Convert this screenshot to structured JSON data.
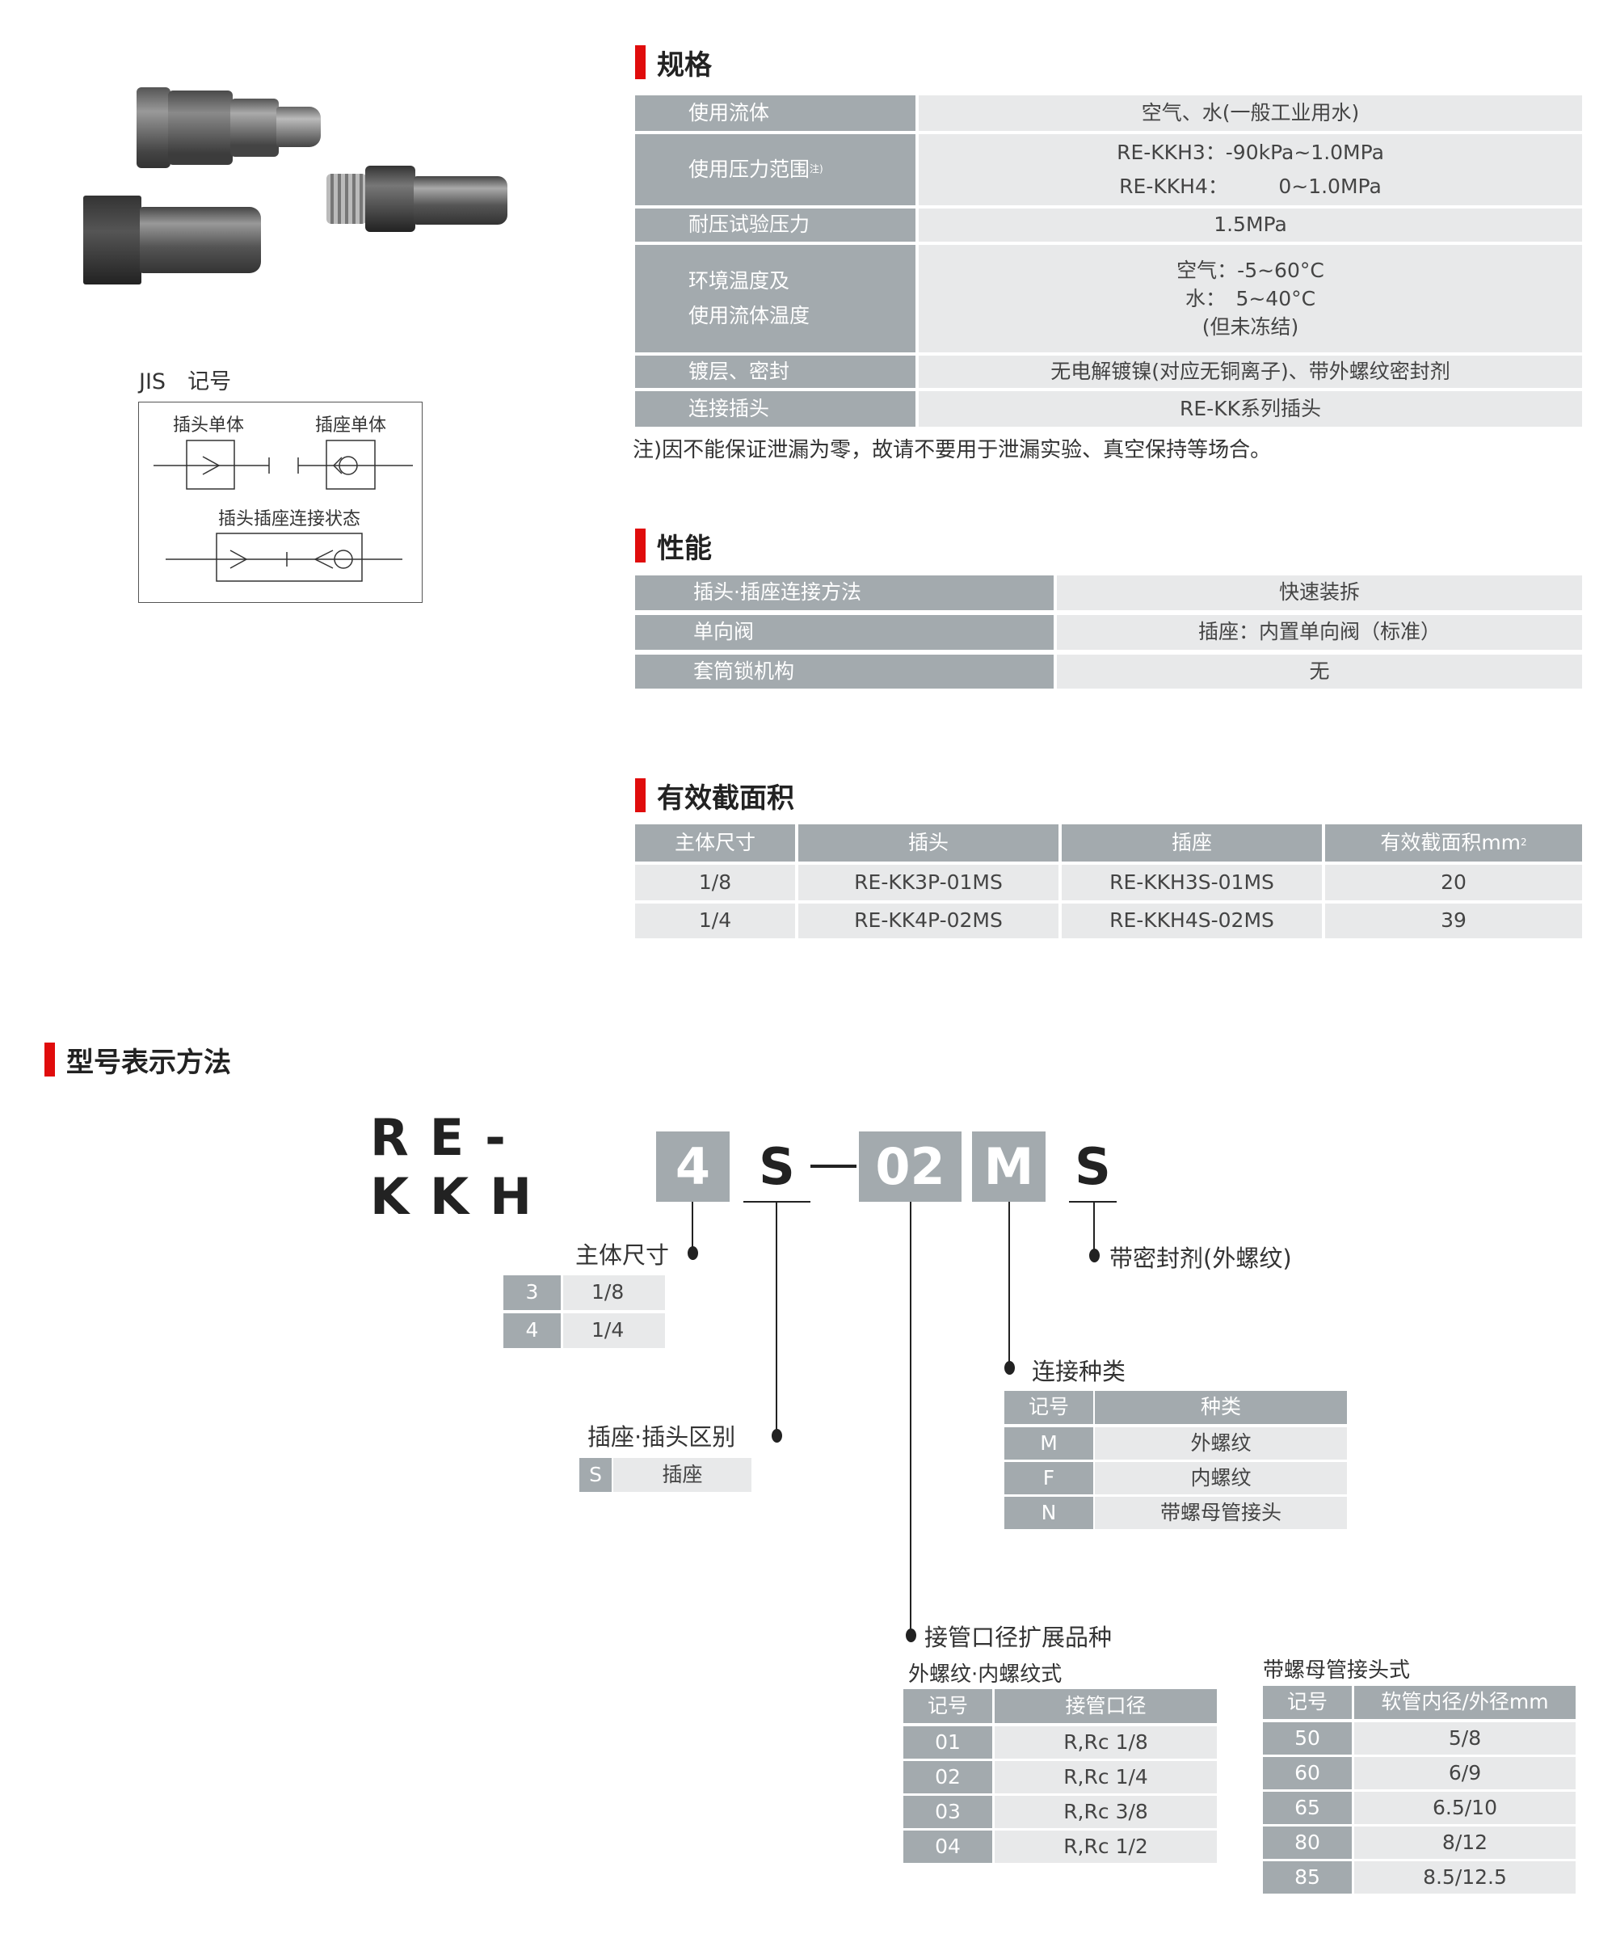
{
  "jis": {
    "title": "JIS　记号",
    "plug_single": "插头单体",
    "socket_single": "插座单体",
    "connected": "插头插座连接状态"
  },
  "spec": {
    "title": "规格",
    "rows": [
      {
        "label": "使用流体",
        "value": "空气、水(一般工业用水)"
      },
      {
        "label": "使用压力范围",
        "label_sup": "注)",
        "values": [
          "RE-KKH3：-90kPa~1.0MPa",
          "RE-KKH4：　　　0~1.0MPa"
        ]
      },
      {
        "label": "耐压试验压力",
        "value": "1.5MPa"
      },
      {
        "labels": [
          "环境温度及",
          "使用流体温度"
        ],
        "values": [
          "空气：-5~60°C",
          "水：　5~40°C",
          "(但未冻结)"
        ]
      },
      {
        "label": "镀层、密封",
        "value": "无电解镀镍(对应无铜离子)、带外螺纹密封剂"
      },
      {
        "label": "连接插头",
        "value": "RE-KK系列插头"
      }
    ],
    "note": "注)因不能保证泄漏为零，故请不要用于泄漏实验、真空保持等场合。"
  },
  "performance": {
    "title": "性能",
    "rows": [
      {
        "label": "插头·插座连接方法",
        "value": "快速装拆"
      },
      {
        "label": "单向阀",
        "value": "插座：内置单向阀（标准）"
      },
      {
        "label": "套筒锁机构",
        "value": "无"
      }
    ]
  },
  "area": {
    "title": "有效截面积",
    "headers": [
      "主体尺寸",
      "插头",
      "插座",
      "有效截面积mm",
      "2"
    ],
    "rows": [
      [
        "1/8",
        "RE-KK3P-01MS",
        "RE-KKH3S-01MS",
        "20"
      ],
      [
        "1/4",
        "RE-KK4P-02MS",
        "RE-KKH4S-02MS",
        "39"
      ]
    ]
  },
  "model": {
    "title": "型号表示方法",
    "prefix": "RE-KKH",
    "parts": [
      "4",
      "S",
      "02",
      "M",
      "S"
    ],
    "size": {
      "label": "主体尺寸",
      "rows": [
        [
          "3",
          "1/8"
        ],
        [
          "4",
          "1/4"
        ]
      ]
    },
    "type": {
      "label": "插座·插头区别",
      "rows": [
        [
          "S",
          "插座"
        ]
      ]
    },
    "seal": {
      "label": "带密封剂(外螺纹)"
    },
    "connection": {
      "label": "连接种类",
      "headers": [
        "记号",
        "种类"
      ],
      "rows": [
        [
          "M",
          "外螺纹"
        ],
        [
          "F",
          "内螺纹"
        ],
        [
          "N",
          "带螺母管接头"
        ]
      ]
    },
    "port": {
      "label": "接管口径扩展品种",
      "thread": {
        "label": "外螺纹·内螺纹式",
        "headers": [
          "记号",
          "接管口径"
        ],
        "rows": [
          [
            "01",
            "R,Rc  1/8"
          ],
          [
            "02",
            "R,Rc  1/4"
          ],
          [
            "03",
            "R,Rc  3/8"
          ],
          [
            "04",
            "R,Rc  1/2"
          ]
        ]
      },
      "nut": {
        "label": "带螺母管接头式",
        "headers": [
          "记号",
          "软管内径/外径mm"
        ],
        "rows": [
          [
            "50",
            "5/8"
          ],
          [
            "60",
            "6/9"
          ],
          [
            "65",
            "6.5/10"
          ],
          [
            "80",
            "8/12"
          ],
          [
            "85",
            "8.5/12.5"
          ]
        ]
      }
    }
  }
}
